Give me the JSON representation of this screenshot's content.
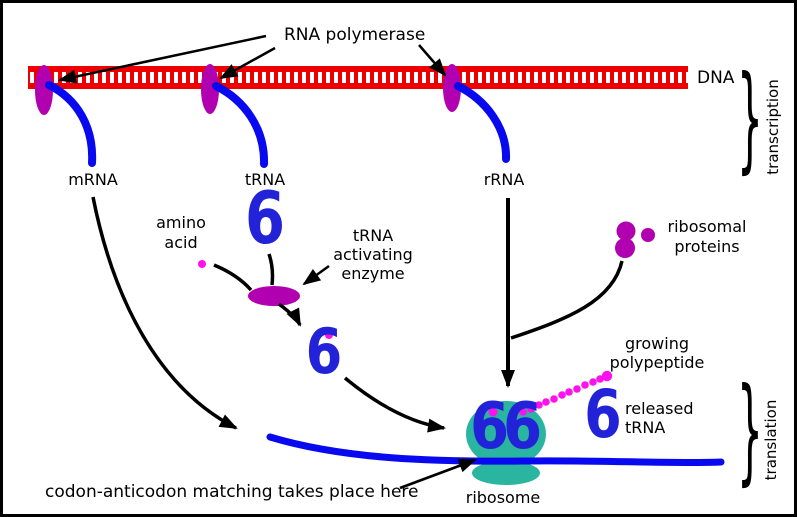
{
  "colors": {
    "dna_red": "#ee0000",
    "rna_blue": "#0909f0",
    "digit_blue": "#2222d9",
    "purple": "#b000b0",
    "magenta": "#ff10ee",
    "teal": "#2ab5a0",
    "ink": "#000000",
    "background": "#ffffff"
  },
  "transcription": {
    "rna_polymerase_label": "RNA polymerase",
    "dna_label": "DNA",
    "bracket_label": "transcription",
    "products": {
      "mrna": "mRNA",
      "trna": "tRNA",
      "rrna": "rRNA"
    }
  },
  "translation": {
    "bracket_label": "translation",
    "amino_acid": {
      "line1": "amino",
      "line2": "acid"
    },
    "trna_symbol": "6",
    "activating_enzyme": {
      "line1": "tRNA",
      "line2": "activating",
      "line3": "enzyme"
    },
    "charged_trna_symbol": "6",
    "ribosomal_proteins": {
      "line1": "ribosomal",
      "line2": "proteins"
    },
    "growing_polypeptide": {
      "line1": "growing",
      "line2": "polypeptide"
    },
    "ribosome_trna_pair": "66",
    "released_trna": {
      "line1": "released",
      "line2": "tRNA",
      "symbol": "6"
    },
    "ribosome_label": "ribosome",
    "codon_note": "codon-anticodon matching takes place here"
  },
  "glyphs": {
    "brace": "}"
  }
}
